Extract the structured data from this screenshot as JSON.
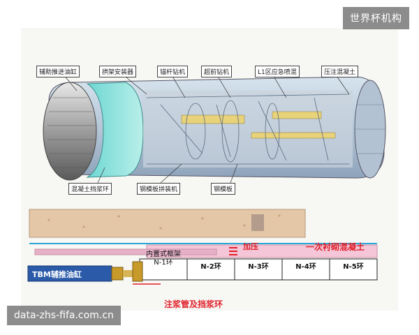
{
  "watermarks": {
    "top_right": "世界杯机构",
    "bottom_left": "data-zhs-fifa.com.cn"
  },
  "tbm_labels": {
    "aux_cylinder": "辅助推进油缸",
    "arch_installer": "拱架安装器",
    "bolt_drill": "锚杆钻机",
    "advance_drill": "超前钻机",
    "l1_shotcrete": "L1区应急喷混",
    "pressure_grout": "压注混凝土",
    "concrete_stop_ring": "混凝土挡浆环",
    "steel_form_erector": "钢模板拼装机",
    "steel_form": "钢模板"
  },
  "bottom_diagram": {
    "tbm_cylinder": "TBM辅推油缸",
    "inner_frame_line1": "内置式框架",
    "rings": [
      "N-1环",
      "N-2环",
      "N-3环",
      "N-4环",
      "N-5环"
    ],
    "pressurize": "加压",
    "lining": "一次衬砌混凝土",
    "grout_pipe": "注浆管及挡浆环"
  }
}
